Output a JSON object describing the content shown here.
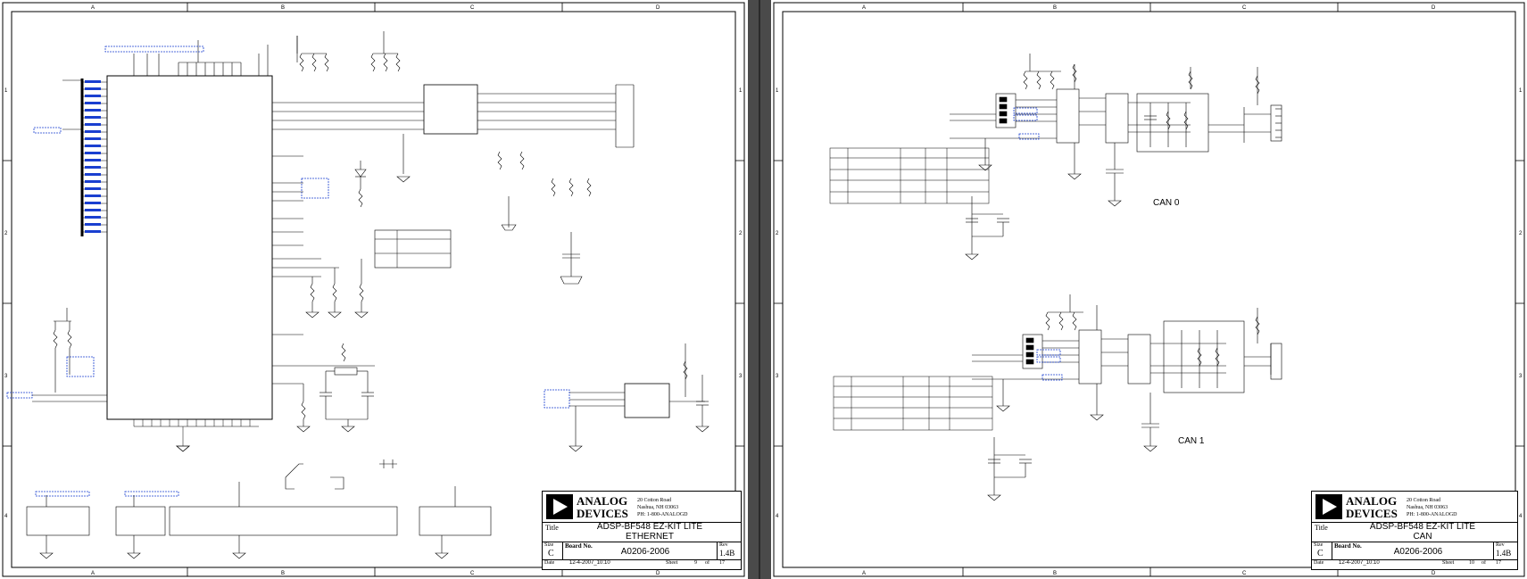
{
  "sheets": [
    {
      "id": "ethernet",
      "company": {
        "line1": "ANALOG",
        "line2": "DEVICES",
        "address1": "20 Cotton Road",
        "address2": "Nashua, NH 03063",
        "phone": "PH: 1-800-ANALOGD"
      },
      "title_label": "Title",
      "title_line1": "ADSP-BF548 EZ-KIT LITE",
      "title_line2": "ETHERNET",
      "size_label": "Size",
      "size_value": "C",
      "board_label": "Board No.",
      "board_value": "A0206-2006",
      "rev_label": "Rev",
      "rev_value": "1.4B",
      "date_label": "Date",
      "date_value": "12-4-2007_10:10",
      "sheet_label": "Sheet",
      "sheet_num": "9",
      "of_label": "of",
      "sheet_total": "17",
      "zone_letters": [
        "A",
        "B",
        "C",
        "D"
      ],
      "zone_numbers": [
        "1",
        "2",
        "3",
        "4"
      ]
    },
    {
      "id": "can",
      "company": {
        "line1": "ANALOG",
        "line2": "DEVICES",
        "address1": "20 Cotton Road",
        "address2": "Nashua, NH 03063",
        "phone": "PH: 1-800-ANALOGD"
      },
      "title_label": "Title",
      "title_line1": "ADSP-BF548 EZ-KIT LITE",
      "title_line2": "CAN",
      "size_label": "Size",
      "size_value": "C",
      "board_label": "Board No.",
      "board_value": "A0206-2006",
      "rev_label": "Rev",
      "rev_value": "1.4B",
      "date_label": "Date",
      "date_value": "12-4-2007_10:10",
      "sheet_label": "Sheet",
      "sheet_num": "10",
      "of_label": "of",
      "sheet_total": "17",
      "zone_letters": [
        "A",
        "B",
        "C",
        "D"
      ],
      "zone_numbers": [
        "1",
        "2",
        "3",
        "4"
      ],
      "can0_label": "CAN 0",
      "can1_label": "CAN 1"
    }
  ]
}
